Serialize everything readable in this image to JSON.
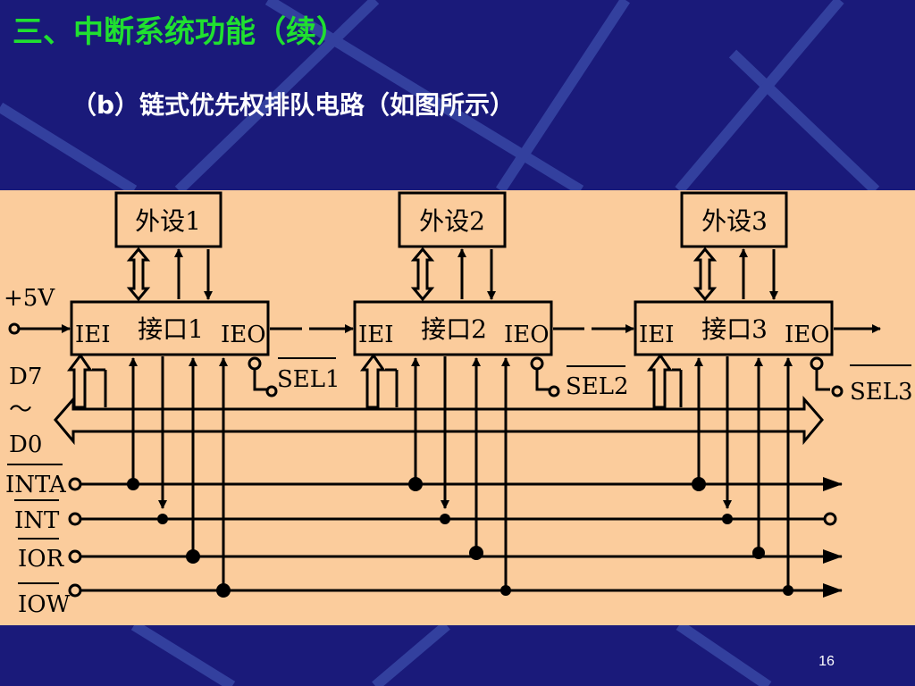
{
  "slide": {
    "title": "三、中断系统功能（续）",
    "subtitle": "（b）链式优先权排队电路（如图所示）",
    "page_number": "16"
  },
  "diagram": {
    "peripherals": [
      "外设1",
      "外设2",
      "外设3"
    ],
    "interfaces": [
      {
        "iei": "IEI",
        "name": "接口1",
        "ieo": "IEO",
        "sel": "SEL1"
      },
      {
        "iei": "IEI",
        "name": "接口2",
        "ieo": "IEO",
        "sel": "SEL2"
      },
      {
        "iei": "IEI",
        "name": "接口3",
        "ieo": "IEO",
        "sel": "SEL3"
      }
    ],
    "power_label": "+5V",
    "bus_label_top": "D7",
    "bus_label_tilde": "～",
    "bus_label_bottom": "D0",
    "signals": [
      "INTA",
      "INT",
      "IOR",
      "IOW"
    ]
  },
  "colors": {
    "background": "#1a1a7a",
    "title": "#20e030",
    "subtitle": "#ffffff",
    "panel": "#fbcc9c",
    "ink": "#000000"
  }
}
